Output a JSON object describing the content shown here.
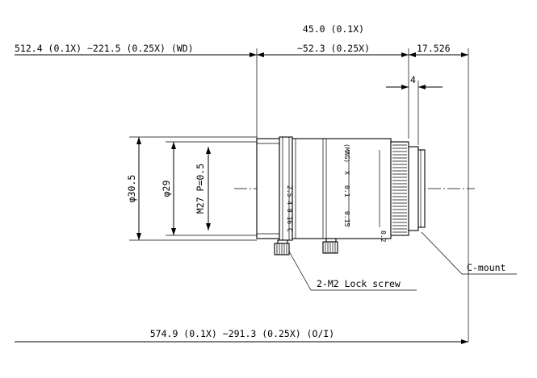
{
  "dimensions": {
    "wd": "512.4 (0.1X) ~221.5 (0.25X) (WD)",
    "length_top": "45.0 (0.1X)",
    "length_bottom": "~52.3 (0.25X)",
    "flange": "17.526",
    "mount_depth": "4",
    "outer_diameter": "φ30.5",
    "inner_diameter": "φ29",
    "filter_thread": "M27 P=0.5",
    "total_oi": "574.9 (0.1X) ~291.3 (0.25X) (O/I)"
  },
  "callouts": {
    "lock_screw": "2-M2 Lock screw",
    "mount": "C-mount"
  },
  "lens_markings": {
    "iris_scale": "2.5 4 8 16 C",
    "mag_label": "(MAG)",
    "mag_x": "X",
    "mag_01": "0.1",
    "mag_015": "0.15",
    "mag_02": "0.2"
  }
}
